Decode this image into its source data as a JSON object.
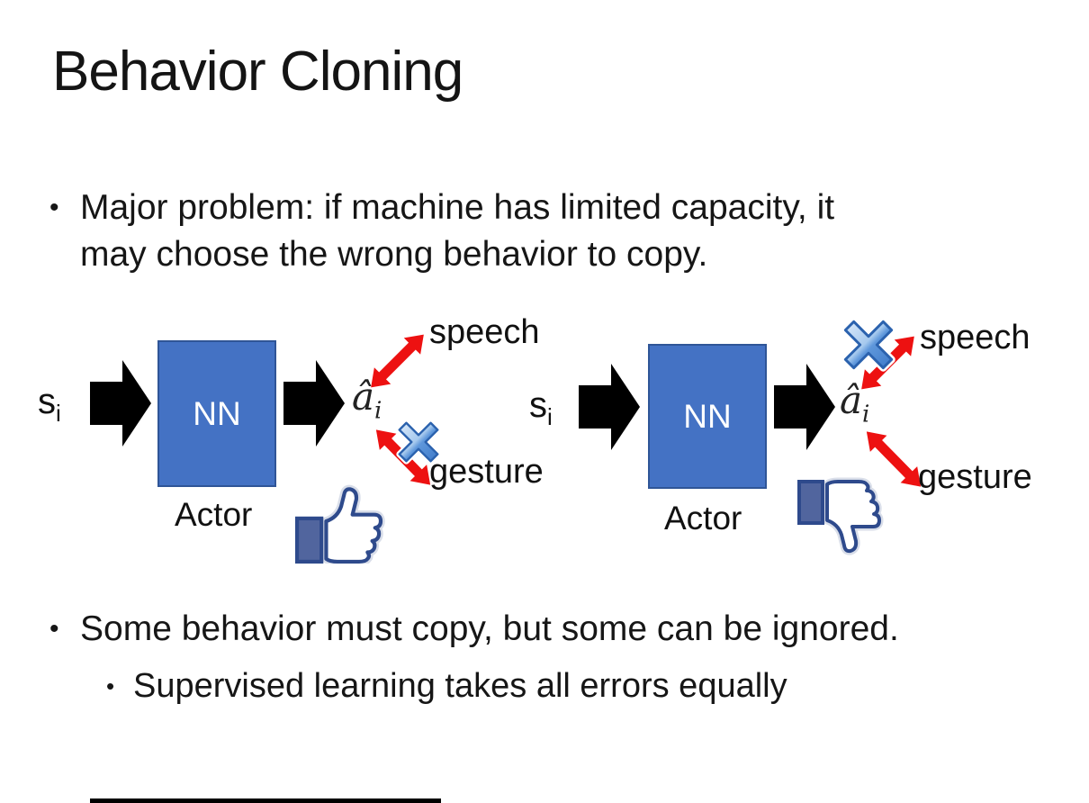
{
  "slide": {
    "title": "Behavior Cloning",
    "bullet_marker": "•",
    "bullets": {
      "b1_line1": "Major problem: if machine has limited capacity, it",
      "b1_line2": "may choose the wrong behavior to copy.",
      "b1_full": "Major problem: if machine has limited capacity, it may choose the wrong behavior to copy.",
      "b2": "Some behavior must copy, but some can be ignored.",
      "b2_sub": "Supervised learning takes all errors equally"
    }
  },
  "diagrams": [
    {
      "state_label": "s",
      "state_sub": "i",
      "nn_label": "NN",
      "action_label": "â",
      "action_sub": "i",
      "speech_label": "speech",
      "gesture_label": "gesture",
      "actor_label": "Actor",
      "crossed_out": "gesture",
      "feedback_icon": "thumbs-up-icon"
    },
    {
      "state_label": "s",
      "state_sub": "i",
      "nn_label": "NN",
      "action_label": "â",
      "action_sub": "i",
      "speech_label": "speech",
      "gesture_label": "gesture",
      "actor_label": "Actor",
      "crossed_out": "speech",
      "feedback_icon": "thumbs-down-icon"
    }
  ],
  "icons": [
    "arrow-right-icon",
    "double-arrow-icon",
    "cross-icon",
    "thumbs-up-icon",
    "thumbs-down-icon"
  ],
  "colors": {
    "background": "#FFFFFF",
    "text": "#1A1A1A",
    "nn_box_fill": "#4472C4",
    "nn_box_border": "#2F5597",
    "block_arrow": "#000000",
    "double_arrow_red": "#ED1111",
    "cross_blue": "#5E97DB",
    "cross_border": "#2B62AE",
    "thumb_outline": "#2E4A8C",
    "thumb_cuff": "#51659E"
  }
}
